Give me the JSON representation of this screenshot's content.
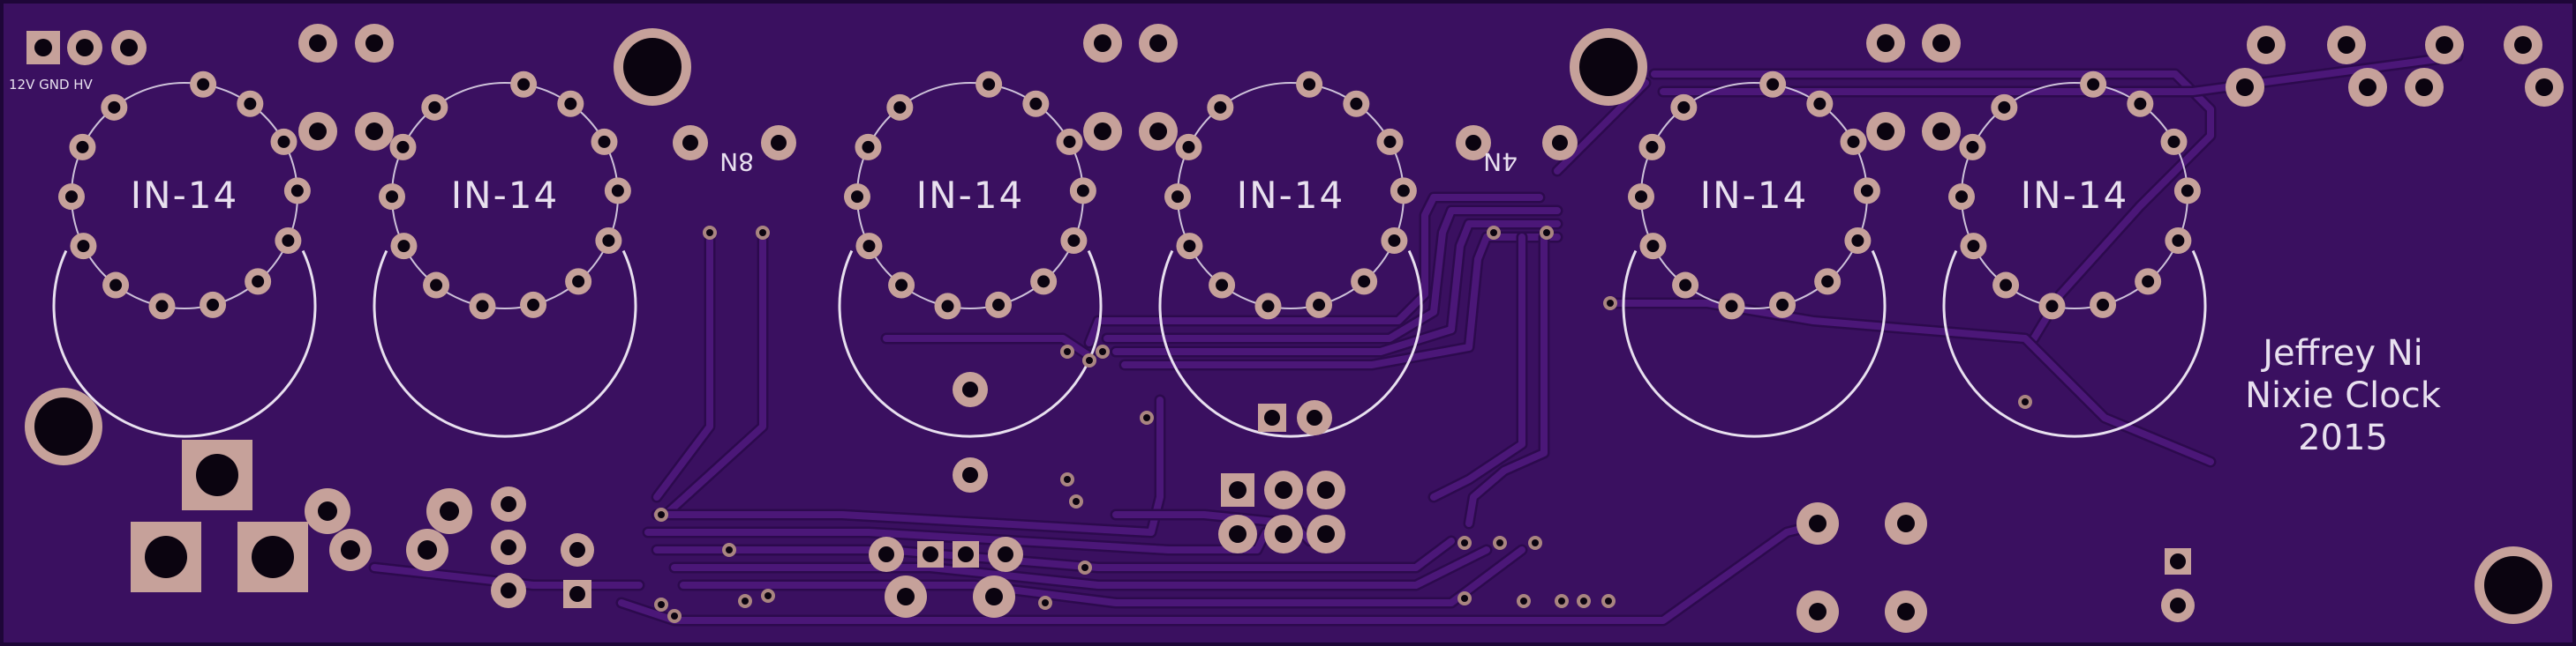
{
  "board": {
    "colors": {
      "substrate": "#3a1060",
      "edge": "#1e0638",
      "trace": "#4b1778",
      "trace_outline": "#2c0a4d",
      "pad": "#c6a19a",
      "pad_ring": "#a98580",
      "hole": "#0b0410",
      "silkscreen": "#e8e0ef"
    },
    "silkscreen": {
      "power_header": "12V GND HV",
      "tube_label": "IN-14",
      "header_8n": "8N",
      "header_4n": "4N",
      "credit_line_1": "Jeffrey Ni",
      "credit_line_2": "Nixie Clock",
      "credit_line_3": "2015"
    },
    "tube_count": 6
  }
}
